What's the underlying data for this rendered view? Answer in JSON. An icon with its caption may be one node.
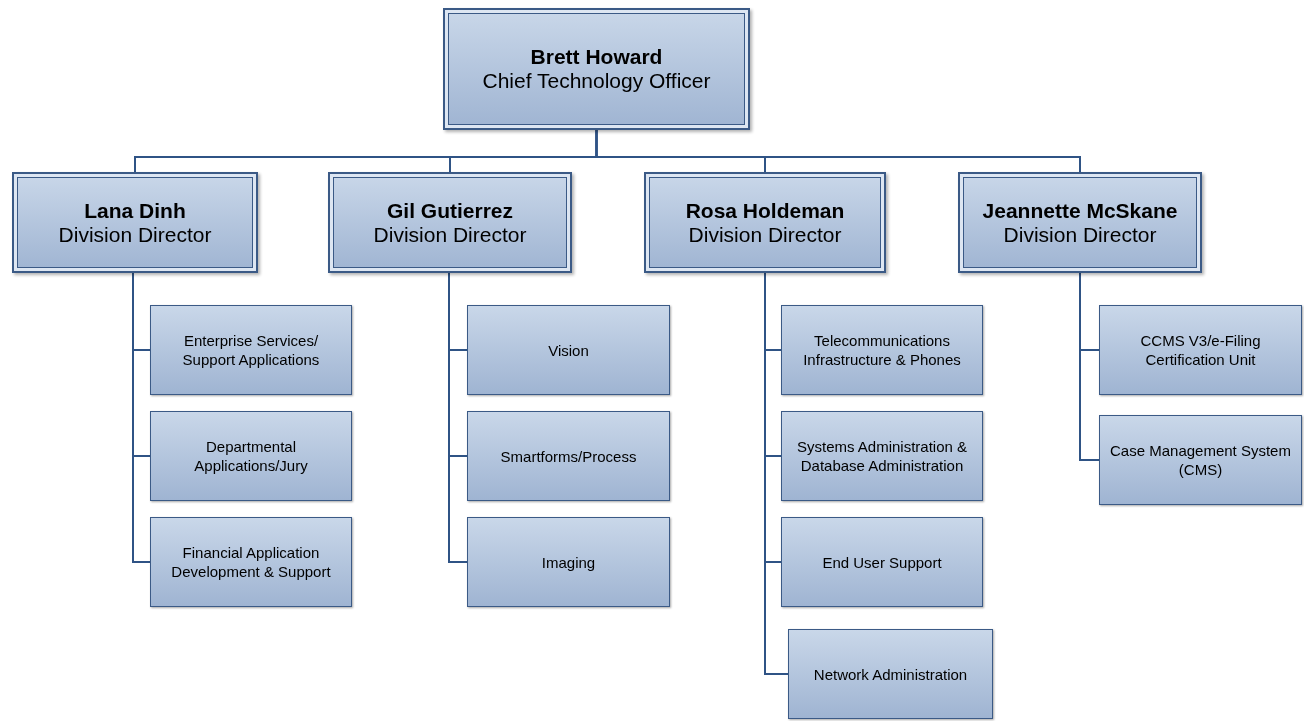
{
  "diagram": {
    "nodes": [
      {
        "text": [
          "Brett Howard",
          "Chief Technology Officer"
        ]
      },
      {
        "text": [
          "Lana Dinh",
          "Division Director"
        ]
      },
      {
        "text": [
          "Gil Gutierrez",
          "Division Director"
        ]
      },
      {
        "text": [
          "Rosa Holdeman",
          "Division Director"
        ]
      },
      {
        "text": [
          "Jeannette McSkane",
          "Division Director"
        ]
      },
      {
        "text": [
          "Enterprise Services/ Support Applications"
        ]
      },
      {
        "text": [
          "Departmental Applications/Jury"
        ]
      },
      {
        "text": [
          "Financial Application Development & Support"
        ]
      },
      {
        "text": [
          "Vision"
        ]
      },
      {
        "text": [
          "Smartforms/Process"
        ]
      },
      {
        "text": [
          "Imaging"
        ]
      },
      {
        "text": [
          "Telecommunications Infrastructure & Phones"
        ]
      },
      {
        "text": [
          "Systems Administration & Database Administration"
        ]
      },
      {
        "text": [
          "End User Support"
        ]
      },
      {
        "text": [
          "Network Administration"
        ]
      },
      {
        "text": [
          "CCMS V3/e-Filing Certification Unit"
        ]
      },
      {
        "text": [
          "Case Management System (CMS)"
        ]
      }
    ],
    "edges": [
      {
        "from": 0,
        "to": 1,
        "arrow": "none"
      },
      {
        "from": 0,
        "to": 2,
        "arrow": "none"
      },
      {
        "from": 0,
        "to": 3,
        "arrow": "none"
      },
      {
        "from": 0,
        "to": 4,
        "arrow": "none"
      },
      {
        "from": 1,
        "to": 5,
        "arrow": "none"
      },
      {
        "from": 1,
        "to": 6,
        "arrow": "none"
      },
      {
        "from": 1,
        "to": 7,
        "arrow": "none"
      },
      {
        "from": 2,
        "to": 8,
        "arrow": "none"
      },
      {
        "from": 2,
        "to": 9,
        "arrow": "none"
      },
      {
        "from": 2,
        "to": 10,
        "arrow": "none"
      },
      {
        "from": 3,
        "to": 11,
        "arrow": "none"
      },
      {
        "from": 3,
        "to": 12,
        "arrow": "none"
      },
      {
        "from": 3,
        "to": 13,
        "arrow": "none"
      },
      {
        "from": 3,
        "to": 14,
        "arrow": "none"
      },
      {
        "from": 4,
        "to": 15,
        "arrow": "none"
      },
      {
        "from": 4,
        "to": 16,
        "arrow": "none"
      }
    ]
  }
}
